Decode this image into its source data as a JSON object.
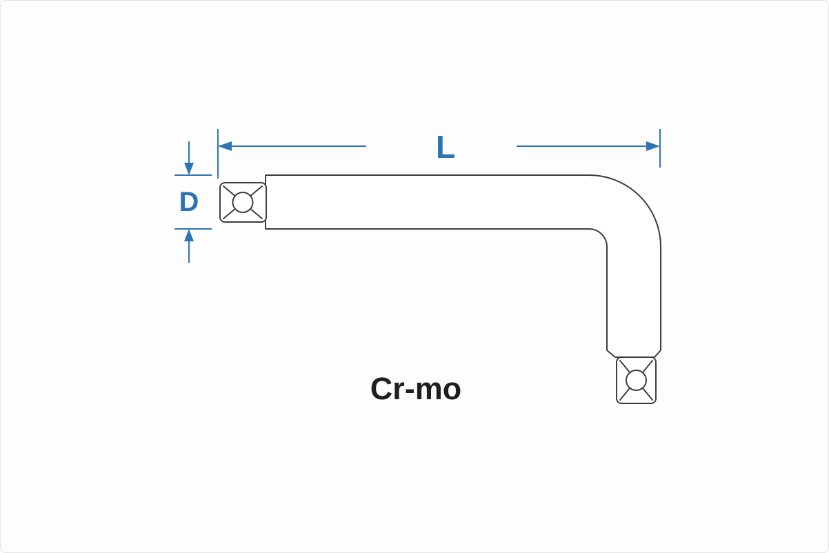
{
  "diagram": {
    "labels": {
      "length_label": "L",
      "diameter_label": "D",
      "material_label": "Cr-mo"
    },
    "colors": {
      "dimension_blue": "#2e74b5",
      "outline_gray": "#3d3d3d",
      "material_text": "#1f1f1f",
      "background": "#fdfdfd",
      "frame_border": "#e4e4e4"
    }
  }
}
